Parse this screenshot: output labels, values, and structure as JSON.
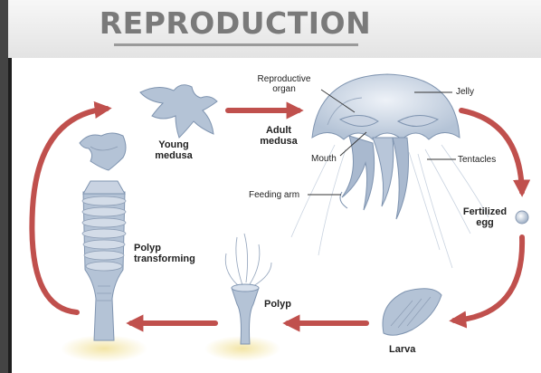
{
  "title": "REPRODUCTION",
  "stages": {
    "adult_medusa": "Adult\nmedusa",
    "fertilized_egg": "Fertilized\negg",
    "larva": "Larva",
    "polyp": "Polyp",
    "polyp_transforming": "Polyp\ntransforming",
    "young_medusa": "Young\nmedusa"
  },
  "parts": {
    "reproductive_organ": "Reproductive\norgan",
    "jelly": "Jelly",
    "mouth": "Mouth",
    "tentacles": "Tentacles",
    "feeding_arm": "Feeding arm"
  },
  "colors": {
    "arrow": "#c0504d",
    "organism": "#b4c3d6",
    "organism_outline": "#7f94b0",
    "sand": "#f3e5a6"
  }
}
